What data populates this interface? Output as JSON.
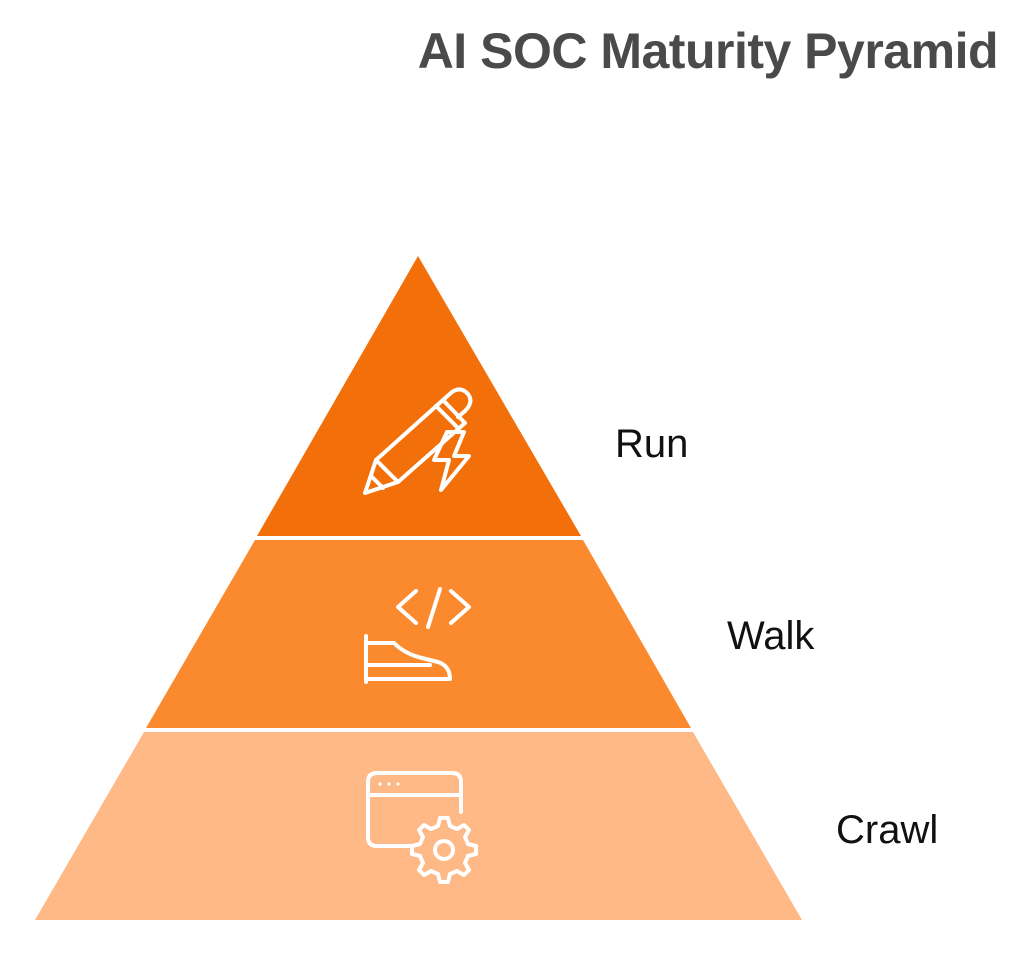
{
  "title": "AI SOC Maturity Pyramid",
  "levels": [
    {
      "label": "Run",
      "color": "#f26f0a",
      "icon": "pen-lightning-icon"
    },
    {
      "label": "Walk",
      "color": "#fb8a2e",
      "icon": "code-shoe-icon"
    },
    {
      "label": "Crawl",
      "color": "#feb986",
      "icon": "browser-gear-icon"
    }
  ]
}
